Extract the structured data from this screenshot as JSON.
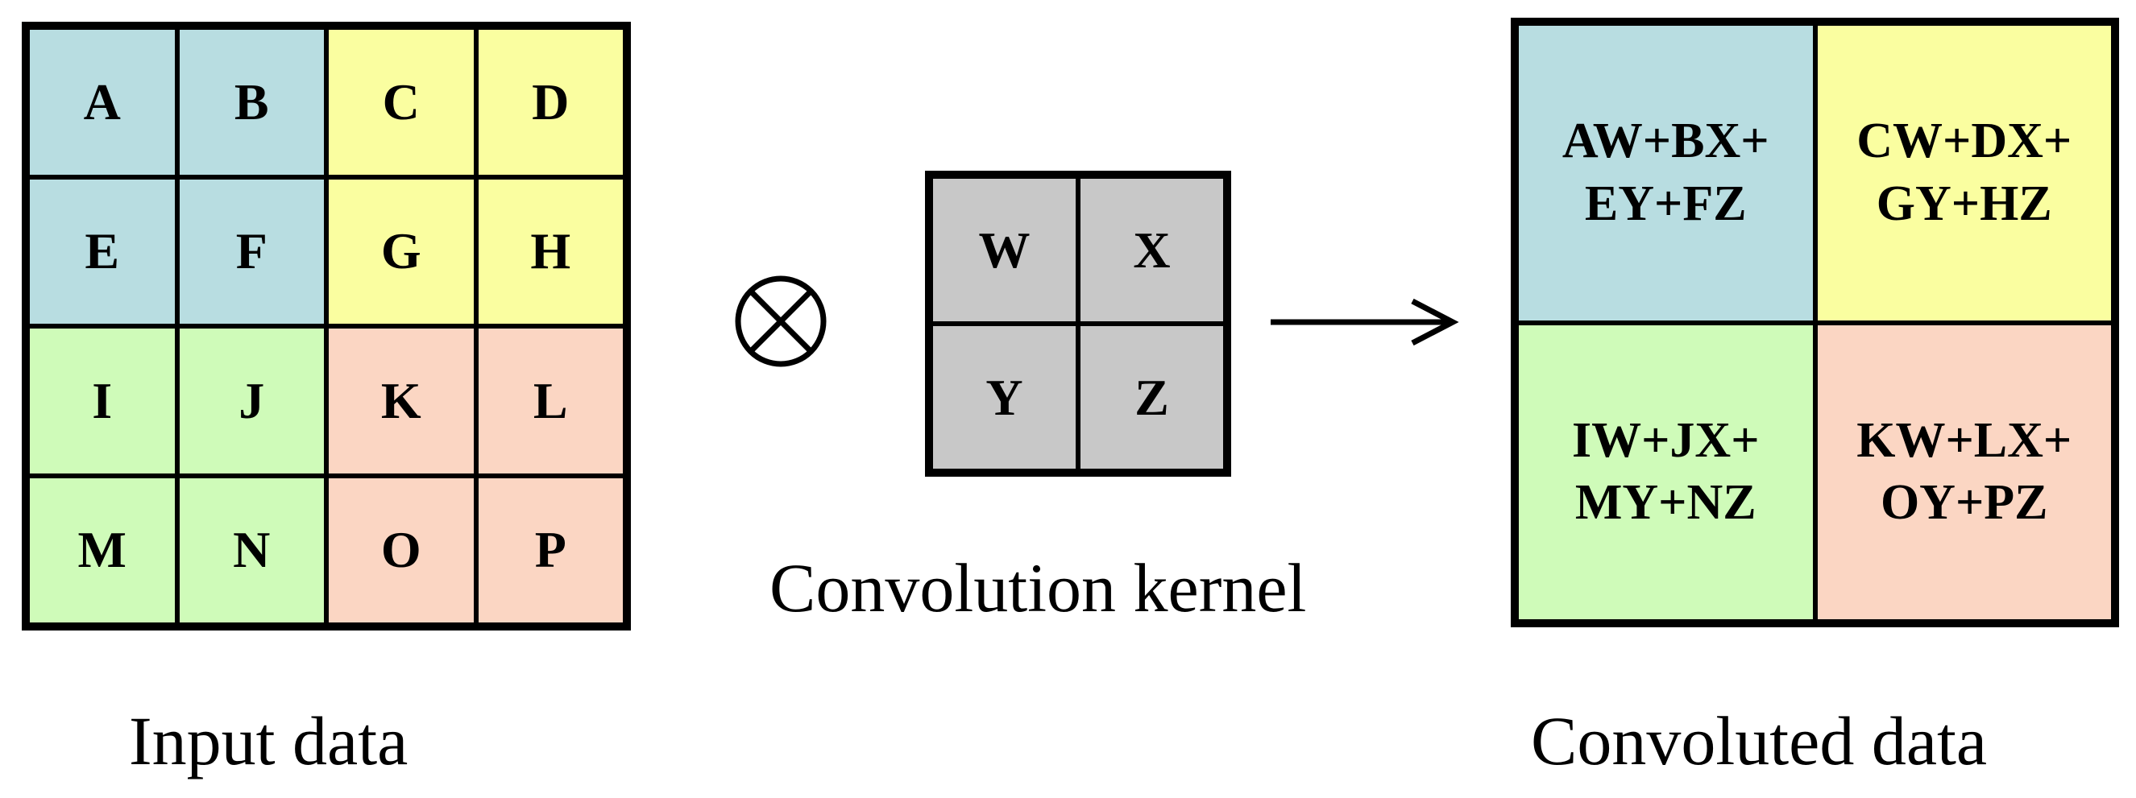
{
  "colors": {
    "blue": "#b8dde1",
    "yellow": "#fafea0",
    "green": "#cffbb9",
    "salmon": "#fbd6c3",
    "gray": "#c8c8c8",
    "line": "#000000"
  },
  "input_grid": {
    "caption": "Input data",
    "cells": [
      "A",
      "B",
      "C",
      "D",
      "E",
      "F",
      "G",
      "H",
      "I",
      "J",
      "K",
      "L",
      "M",
      "N",
      "O",
      "P"
    ]
  },
  "operator": {
    "icon": "circled-times-icon"
  },
  "kernel": {
    "caption": "Convolution kernel",
    "cells": [
      "W",
      "X",
      "Y",
      "Z"
    ]
  },
  "flow": {
    "icon": "right-arrow-icon"
  },
  "output_grid": {
    "caption": "Convoluted data",
    "cells": [
      "AW+BX+\nEY+FZ",
      "CW+DX+\nGY+HZ",
      "IW+JX+\nMY+NZ",
      "KW+LX+\nOY+PZ"
    ]
  }
}
